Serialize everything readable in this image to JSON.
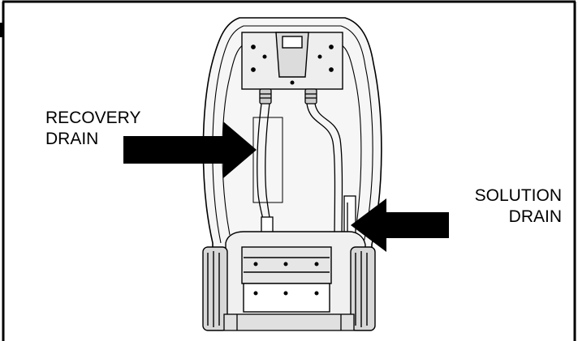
{
  "labels": {
    "recovery": {
      "line1": "RECOVERY",
      "line2": "DRAIN"
    },
    "solution": {
      "line1": "SOLUTION",
      "line2": "DRAIN"
    }
  },
  "colors": {
    "ink": "#000000",
    "paper": "#ffffff",
    "machine_fill": "#f4f4f4"
  },
  "subject": "carpet-extractor-rear-view"
}
